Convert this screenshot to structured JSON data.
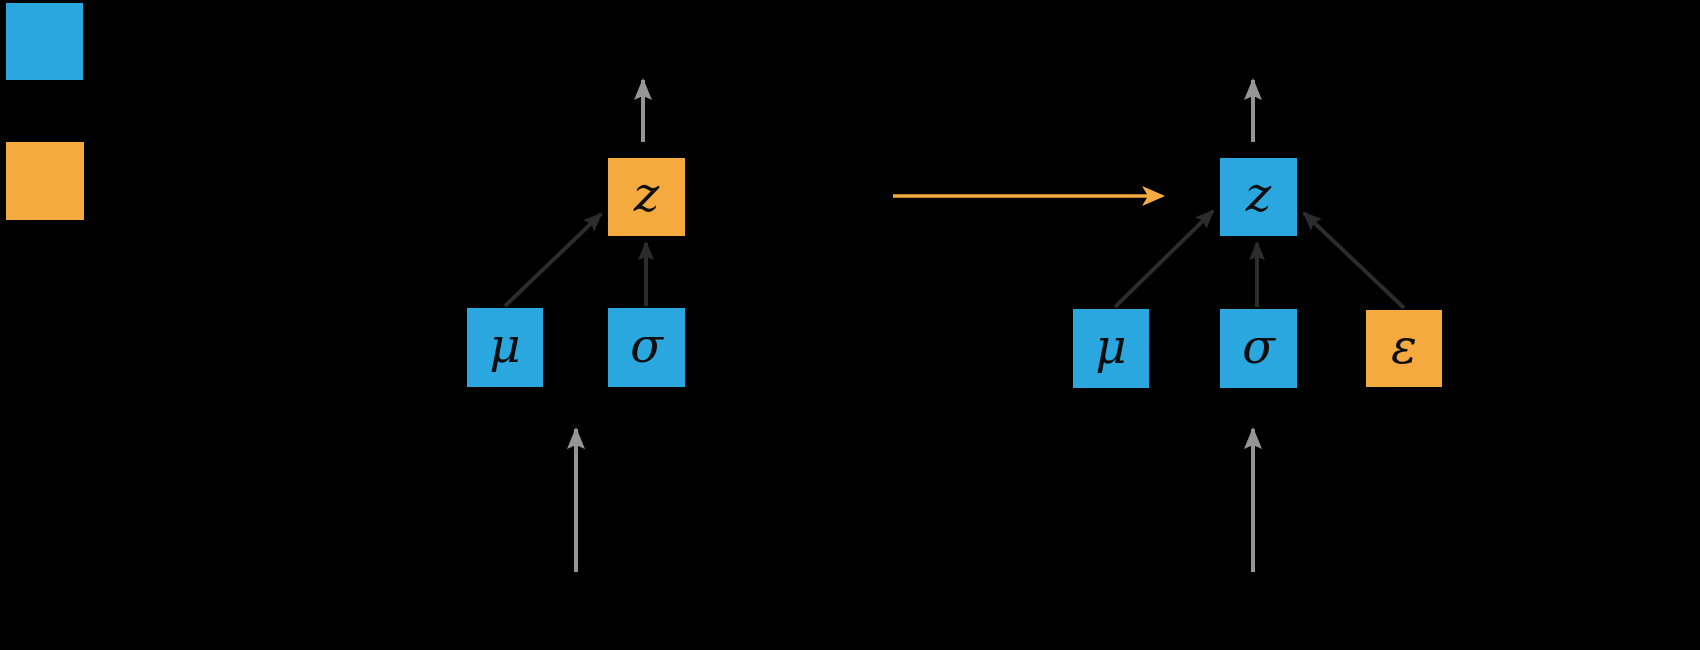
{
  "diagram": {
    "background_color": "#000000",
    "palette": {
      "node_blue": "#2AA7DF",
      "node_orange": "#F5AA40",
      "gray_arrow": "#959595",
      "dark_arrow": "#2C2C2C",
      "transform_arrow_orange": "#F5AA40"
    },
    "legend": {
      "swatches": [
        {
          "id": "blue-swatch",
          "color": "#2AA7DF"
        },
        {
          "id": "orange-swatch",
          "color": "#F5AA40"
        }
      ]
    },
    "graphs": [
      {
        "id": "left-graph",
        "nodes": [
          {
            "id": "z",
            "label": "z",
            "color": "#F5AA40"
          },
          {
            "id": "mu",
            "label": "μ",
            "color": "#2AA7DF"
          },
          {
            "id": "sigma",
            "label": "σ",
            "color": "#2AA7DF"
          }
        ],
        "edges": [
          {
            "from": "mu",
            "to": "z",
            "color": "#2C2C2C"
          },
          {
            "from": "sigma",
            "to": "z",
            "color": "#2C2C2C"
          },
          {
            "from": "z",
            "to": "above",
            "color": "#959595"
          },
          {
            "from": "below",
            "to": "graph",
            "color": "#959595"
          }
        ]
      },
      {
        "id": "right-graph",
        "nodes": [
          {
            "id": "z",
            "label": "z",
            "color": "#2AA7DF"
          },
          {
            "id": "mu",
            "label": "μ",
            "color": "#2AA7DF"
          },
          {
            "id": "sigma",
            "label": "σ",
            "color": "#2AA7DF"
          },
          {
            "id": "epsilon",
            "label": "ε",
            "color": "#F5AA40"
          }
        ],
        "edges": [
          {
            "from": "mu",
            "to": "z",
            "color": "#2C2C2C"
          },
          {
            "from": "sigma",
            "to": "z",
            "color": "#2C2C2C"
          },
          {
            "from": "epsilon",
            "to": "z",
            "color": "#2C2C2C"
          },
          {
            "from": "z",
            "to": "above",
            "color": "#959595"
          },
          {
            "from": "below",
            "to": "graph",
            "color": "#959595"
          }
        ]
      }
    ],
    "transform_arrow": {
      "from": "left-graph",
      "to": "right-graph",
      "color": "#F5AA40"
    }
  }
}
